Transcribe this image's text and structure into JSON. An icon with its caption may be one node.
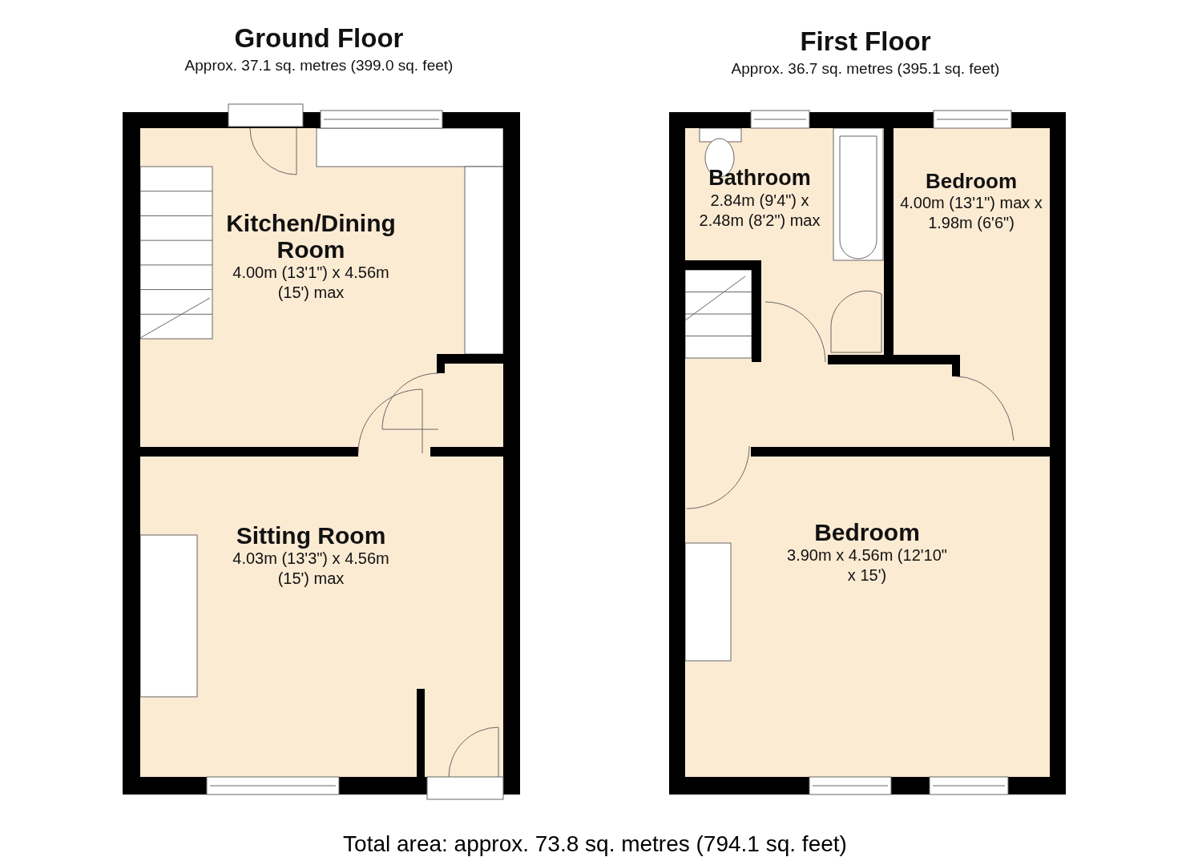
{
  "diagram": {
    "caption": "Total area: approx. 73.8 sq. metres (794.1 sq. feet)",
    "nodes": [
      {
        "text": [
          "Ground Floor",
          "Approx. 37.1 sq. metres (399.0 sq. feet)"
        ]
      },
      {
        "text": [
          "Kitchen/Dining Room",
          "4.00m (13'1\") x 4.56m (15') max"
        ],
        "in": 0
      },
      {
        "text": [
          "Sitting Room",
          "4.03m (13'3\") x 4.56m (15') max"
        ],
        "in": 0
      },
      {
        "text": [
          "First Floor",
          "Approx. 36.7 sq. metres (395.1 sq. feet)"
        ]
      },
      {
        "text": [
          "Bathroom",
          "2.84m (9'4\") x 2.48m (8'2\") max"
        ],
        "in": 3
      },
      {
        "text": [
          "Bedroom",
          "4.00m (13'1\") max x 1.98m (6'6\")"
        ],
        "in": 3
      },
      {
        "text": [
          "Bedroom",
          "3.90m x 4.56m (12'10\" x 15')"
        ],
        "in": 3
      }
    ],
    "edges": []
  }
}
